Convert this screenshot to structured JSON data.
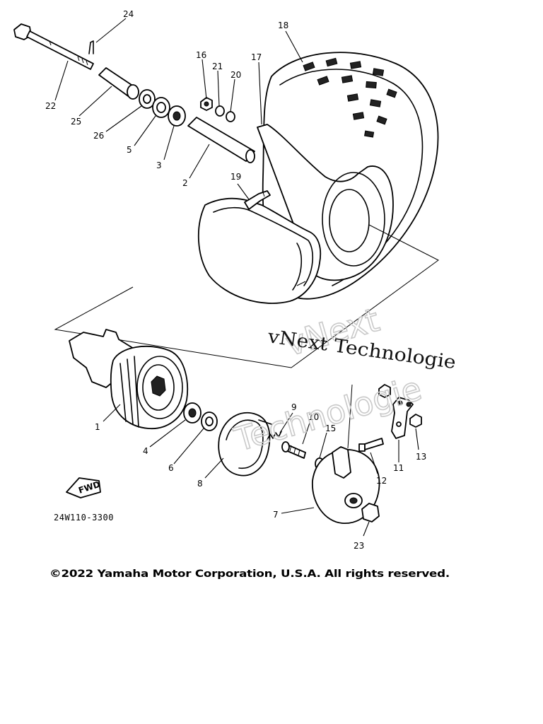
{
  "diagram": {
    "part_labels": [
      "24",
      "18",
      "16",
      "21",
      "20",
      "17",
      "22",
      "25",
      "26",
      "5",
      "3",
      "2",
      "19",
      "1",
      "4",
      "6",
      "8",
      "9",
      "10",
      "15",
      "12",
      "11",
      "13",
      "7",
      "23"
    ],
    "fwd_label": "FWD",
    "drawing_code": "24W110-3300",
    "watermark_line1": "vNext Technologie",
    "watermark_line2": "vNext",
    "watermark_line3": "Technologie",
    "copyright": "©2022 Yamaha Motor Corporation, U.S.A. All rights reserved."
  }
}
